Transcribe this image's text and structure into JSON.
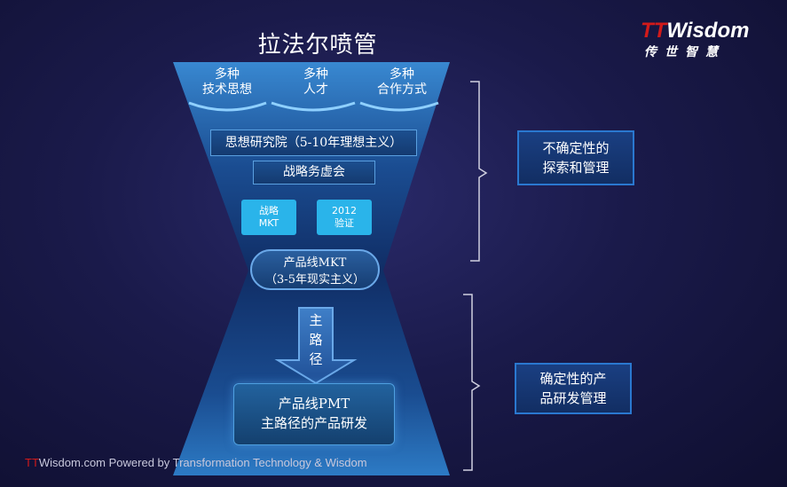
{
  "title": "拉法尔喷管",
  "logo": {
    "brand_tt": "TT",
    "brand_rest": "Wisdom",
    "subtitle": "传世智慧"
  },
  "funnel": {
    "top_items": [
      {
        "line1": "多种",
        "line2": "技术思想"
      },
      {
        "line1": "多种",
        "line2": "人才"
      },
      {
        "line1": "多种",
        "line2": "合作方式"
      }
    ],
    "think_tank": "思想研究院（5-10年理想主义）",
    "strategy_council": "战略务虚会",
    "small_boxes": [
      {
        "line1": "战略",
        "line2": "MKT"
      },
      {
        "line1": "2012",
        "line2": "验证"
      }
    ],
    "product_mkt": {
      "line1": "产品线MKT",
      "line2": "（3-5年现实主义）"
    },
    "main_path": [
      "主",
      "路",
      "径"
    ],
    "product_pmt": {
      "line1": "产品线PMT",
      "line2": "主路径的产品研发"
    }
  },
  "side_boxes": [
    {
      "line1": "不确定性的",
      "line2": "探索和管理"
    },
    {
      "line1": "确定性的产",
      "line2": "品研发管理"
    }
  ],
  "footer": {
    "tt": "TT",
    "rest": "Wisdom.com Powered by Transformation Technology & Wisdom"
  },
  "colors": {
    "background": "#1a1a4a",
    "accent_blue": "#2ab4ea",
    "brand_red": "#d21a1a",
    "side_border": "#2a78d0"
  }
}
